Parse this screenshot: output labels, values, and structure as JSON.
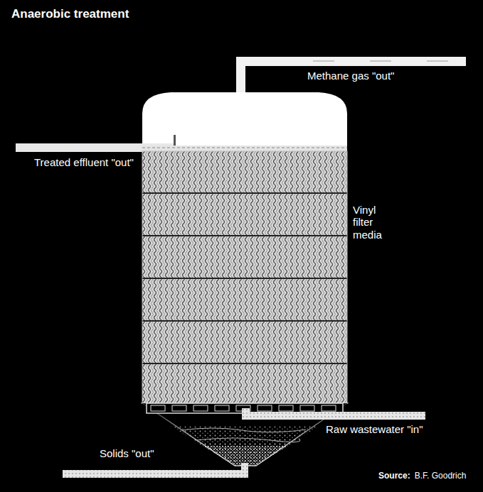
{
  "diagram": {
    "title": "Anaerobic treatment",
    "labels": [
      "Methane gas \"out\"",
      "Treated effluent \"out\"",
      "Vinyl filter media",
      "Raw wastewater \"in\"",
      "Solids \"out\"",
      "Source:",
      "B.F. Goodrich"
    ]
  }
}
